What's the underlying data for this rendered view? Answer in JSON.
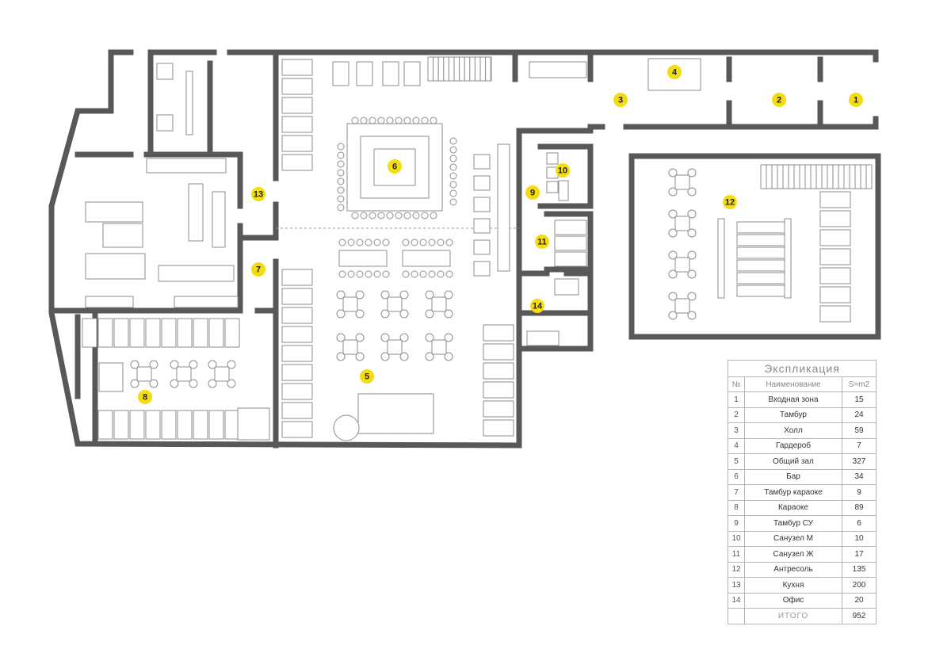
{
  "rooms": [
    {
      "num": "1"
    },
    {
      "num": "2"
    },
    {
      "num": "3"
    },
    {
      "num": "4"
    },
    {
      "num": "5"
    },
    {
      "num": "6"
    },
    {
      "num": "7"
    },
    {
      "num": "8"
    },
    {
      "num": "9"
    },
    {
      "num": "10"
    },
    {
      "num": "11"
    },
    {
      "num": "12"
    },
    {
      "num": "13"
    },
    {
      "num": "14"
    }
  ],
  "legend": {
    "title": "Экспликация",
    "col_num": "№",
    "col_name": "Наименование",
    "col_area": "S=m2",
    "rows": [
      {
        "n": "1",
        "name": "Входная зона",
        "s": "15"
      },
      {
        "n": "2",
        "name": "Тамбур",
        "s": "24"
      },
      {
        "n": "3",
        "name": "Холл",
        "s": "59"
      },
      {
        "n": "4",
        "name": "Гардероб",
        "s": "7"
      },
      {
        "n": "5",
        "name": "Общий зал",
        "s": "327"
      },
      {
        "n": "6",
        "name": "Бар",
        "s": "34"
      },
      {
        "n": "7",
        "name": "Тамбур караоке",
        "s": "9"
      },
      {
        "n": "8",
        "name": "Караоке",
        "s": "89"
      },
      {
        "n": "9",
        "name": "Тамбур СУ",
        "s": "6"
      },
      {
        "n": "10",
        "name": "Санузел М",
        "s": "10"
      },
      {
        "n": "11",
        "name": "Санузел Ж",
        "s": "17"
      },
      {
        "n": "12",
        "name": "Антресоль",
        "s": "135"
      },
      {
        "n": "13",
        "name": "Кухня",
        "s": "200"
      },
      {
        "n": "14",
        "name": "Офис",
        "s": "20"
      }
    ],
    "total_label": "ИТОГО",
    "total": "952"
  },
  "colors": {
    "wall": "#58585a",
    "marker": "#f4dc12"
  }
}
